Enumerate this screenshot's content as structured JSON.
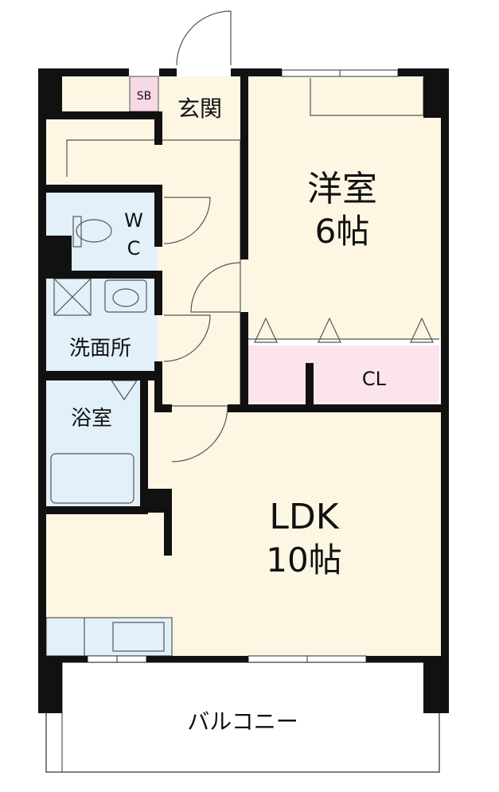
{
  "rooms": {
    "entrance": "玄関",
    "shoe_box": "SB",
    "wc_line1": "W",
    "wc_line2": "C",
    "washroom": "洗面所",
    "bathroom": "浴室",
    "western_name": "洋室",
    "western_size": "6帖",
    "closet": "CL",
    "ldk_name": "LDK",
    "ldk_size": "10帖",
    "balcony": "バルコニー"
  },
  "colors": {
    "wall": "#111111",
    "floor": "#fdf6e3",
    "wet_area": "#e2f0fa",
    "closet": "#fce4ec",
    "shoe_box": "#f8d7e6",
    "line": "#555555"
  }
}
